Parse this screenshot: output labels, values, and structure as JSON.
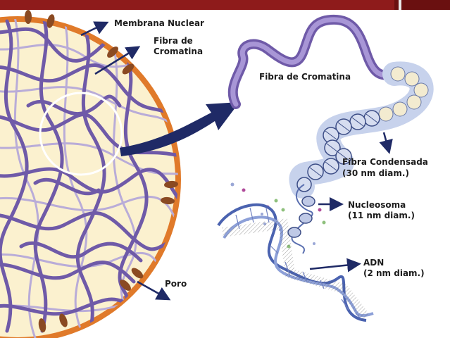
{
  "labels": {
    "membrana_nuclear": "Membrana Nuclear",
    "fibra_de_cromatina_left": [
      "Fibra de",
      "Cromatina"
    ],
    "fibra_de_cromatina_right": "Fibra de Cromatina",
    "fibra_condensada": [
      "Fibra Condensada",
      "(30 nm diam.)"
    ],
    "nucleosoma": [
      "Nucleosoma",
      "(11 nm diam.)"
    ],
    "adn": [
      "ADN",
      "(2 nm diam.)"
    ],
    "poro": "Poro"
  },
  "colors": {
    "membrane": "#e07a2a",
    "nucleoplasm": "#fbf1cf",
    "chromatin": "#6f5aa8",
    "chromatin_light": "#a896d6",
    "pore": "#8a4a22",
    "arrow": "#1f2a66",
    "dna": "#4b63b0",
    "nucleosome": "#bfc9e6"
  }
}
